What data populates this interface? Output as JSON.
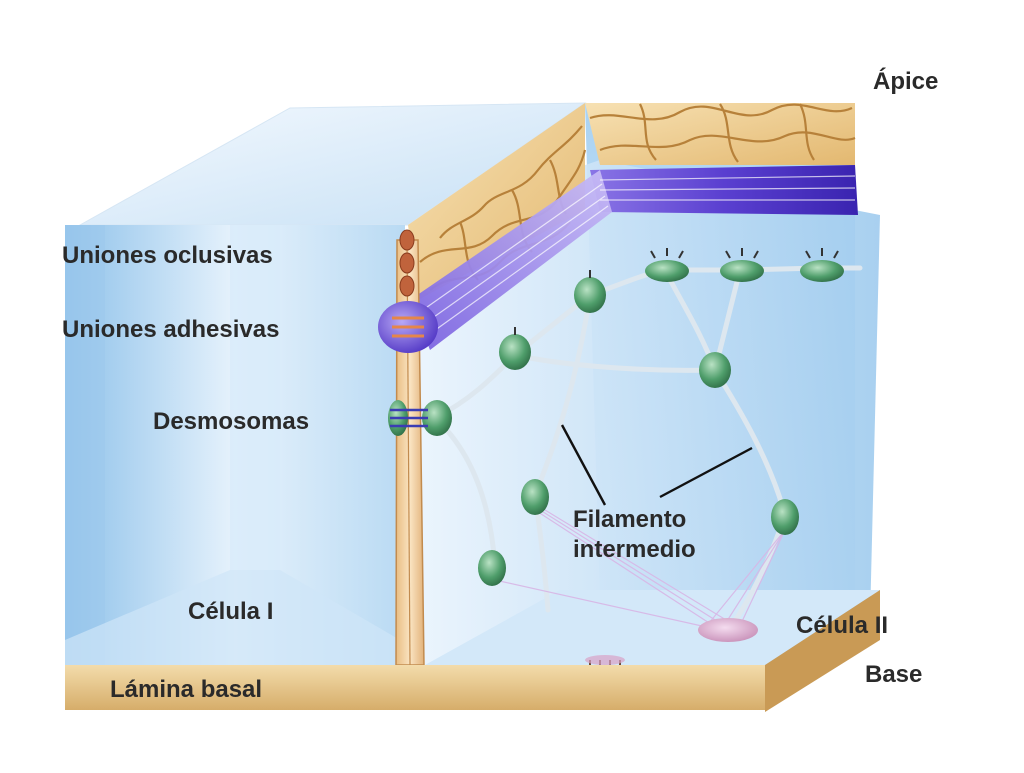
{
  "labels": {
    "apex": "Ápice",
    "tight_junctions": "Uniones oclusivas",
    "adherens_junctions": "Uniones adhesivas",
    "desmosomes": "Desmosomas",
    "intermediate_filament_line1": "Filamento",
    "intermediate_filament_line2": "intermedio",
    "cell_one": "Célula I",
    "cell_two": "Célula II",
    "basal_lamina": "Lámina basal",
    "base": "Base"
  },
  "colors": {
    "cell_blue_light": "#e6f2fc",
    "cell_blue_mid": "#b9daf3",
    "cell_blue_dark": "#8fc2ea",
    "membrane_tan": "#f3d4a6",
    "actin_purple": "#5a3fd0",
    "desmosome_green": "#4f9e6b",
    "basal_lamina_tan": "#e8c88a",
    "hemidesmosome_pink": "#d9a3c8"
  }
}
